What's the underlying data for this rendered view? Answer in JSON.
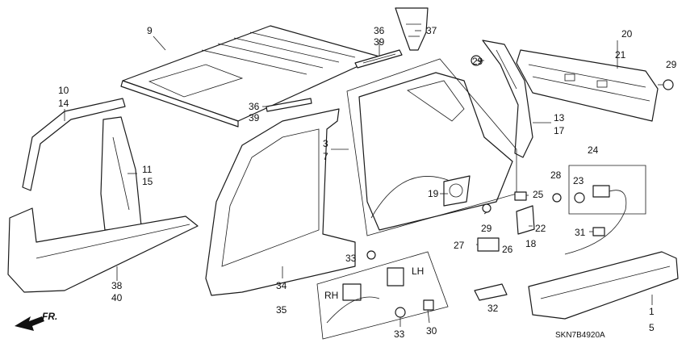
{
  "diagram": {
    "code": "SKN7B4920A",
    "front_label": "FR.",
    "callouts": [
      {
        "key": "c9",
        "text": "9"
      },
      {
        "key": "c36a",
        "text": "36"
      },
      {
        "key": "c39a",
        "text": "39"
      },
      {
        "key": "c37",
        "text": "37"
      },
      {
        "key": "c20",
        "text": "20"
      },
      {
        "key": "c21",
        "text": "21"
      },
      {
        "key": "c29a",
        "text": "29"
      },
      {
        "key": "c29b",
        "text": "29"
      },
      {
        "key": "c10",
        "text": "10"
      },
      {
        "key": "c14",
        "text": "14"
      },
      {
        "key": "c36b",
        "text": "36"
      },
      {
        "key": "c39b",
        "text": "39"
      },
      {
        "key": "c13",
        "text": "13"
      },
      {
        "key": "c17",
        "text": "17"
      },
      {
        "key": "c3",
        "text": "3"
      },
      {
        "key": "c7",
        "text": "7"
      },
      {
        "key": "c11",
        "text": "11"
      },
      {
        "key": "c15",
        "text": "15"
      },
      {
        "key": "c24",
        "text": "24"
      },
      {
        "key": "c28",
        "text": "28"
      },
      {
        "key": "c23",
        "text": "23"
      },
      {
        "key": "c19",
        "text": "19"
      },
      {
        "key": "c25",
        "text": "25"
      },
      {
        "key": "c29c",
        "text": "29"
      },
      {
        "key": "c22",
        "text": "22"
      },
      {
        "key": "c31",
        "text": "31"
      },
      {
        "key": "c18",
        "text": "18"
      },
      {
        "key": "c27",
        "text": "27"
      },
      {
        "key": "c26",
        "text": "26"
      },
      {
        "key": "c33a",
        "text": "33"
      },
      {
        "key": "c38",
        "text": "38"
      },
      {
        "key": "c40",
        "text": "40"
      },
      {
        "key": "c34",
        "text": "34"
      },
      {
        "key": "c35",
        "text": "35"
      },
      {
        "key": "lh",
        "text": "LH"
      },
      {
        "key": "rh",
        "text": "RH"
      },
      {
        "key": "c32",
        "text": "32"
      },
      {
        "key": "c1",
        "text": "1"
      },
      {
        "key": "c5",
        "text": "5"
      },
      {
        "key": "c33b",
        "text": "33"
      },
      {
        "key": "c30",
        "text": "30"
      }
    ]
  }
}
